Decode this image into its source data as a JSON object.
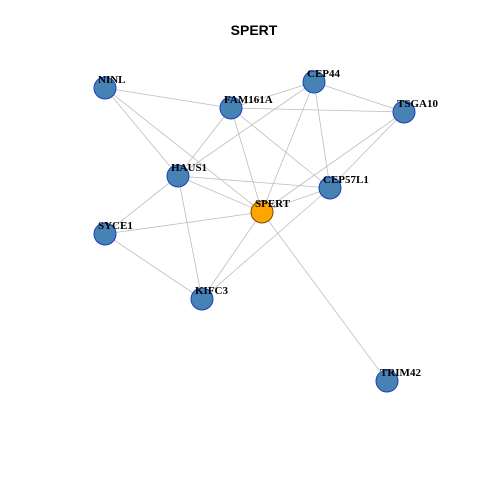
{
  "title": "SPERT",
  "colors": {
    "node_fill": "#4682b4",
    "node_stroke": "#1c3fbf",
    "center_fill": "#ffa500",
    "center_stroke": "#7a4a00",
    "edge": "#bdbdbd"
  },
  "nodes": [
    {
      "id": "NINL",
      "label": "NINL"
    },
    {
      "id": "FAM161A",
      "label": "FAM161A"
    },
    {
      "id": "CEP44",
      "label": "CEP44"
    },
    {
      "id": "TSGA10",
      "label": "TSGA10"
    },
    {
      "id": "HAUS1",
      "label": "HAUS1"
    },
    {
      "id": "CEP57L1",
      "label": "CEP57L1"
    },
    {
      "id": "SPERT",
      "label": "SPERT",
      "center": true
    },
    {
      "id": "SYCE1",
      "label": "SYCE1"
    },
    {
      "id": "KIFC3",
      "label": "KIFC3"
    },
    {
      "id": "TRIM42",
      "label": "TRIM42"
    }
  ],
  "edges": [
    [
      "NINL",
      "FAM161A"
    ],
    [
      "NINL",
      "HAUS1"
    ],
    [
      "NINL",
      "SPERT"
    ],
    [
      "FAM161A",
      "CEP44"
    ],
    [
      "FAM161A",
      "TSGA10"
    ],
    [
      "FAM161A",
      "HAUS1"
    ],
    [
      "FAM161A",
      "SPERT"
    ],
    [
      "FAM161A",
      "CEP57L1"
    ],
    [
      "CEP44",
      "TSGA10"
    ],
    [
      "CEP44",
      "HAUS1"
    ],
    [
      "CEP44",
      "SPERT"
    ],
    [
      "CEP44",
      "CEP57L1"
    ],
    [
      "TSGA10",
      "SPERT"
    ],
    [
      "TSGA10",
      "CEP57L1"
    ],
    [
      "HAUS1",
      "SPERT"
    ],
    [
      "HAUS1",
      "CEP57L1"
    ],
    [
      "HAUS1",
      "SYCE1"
    ],
    [
      "HAUS1",
      "KIFC3"
    ],
    [
      "SPERT",
      "CEP57L1"
    ],
    [
      "SPERT",
      "SYCE1"
    ],
    [
      "SPERT",
      "KIFC3"
    ],
    [
      "SPERT",
      "TRIM42"
    ],
    [
      "CEP57L1",
      "KIFC3"
    ],
    [
      "SYCE1",
      "KIFC3"
    ]
  ]
}
